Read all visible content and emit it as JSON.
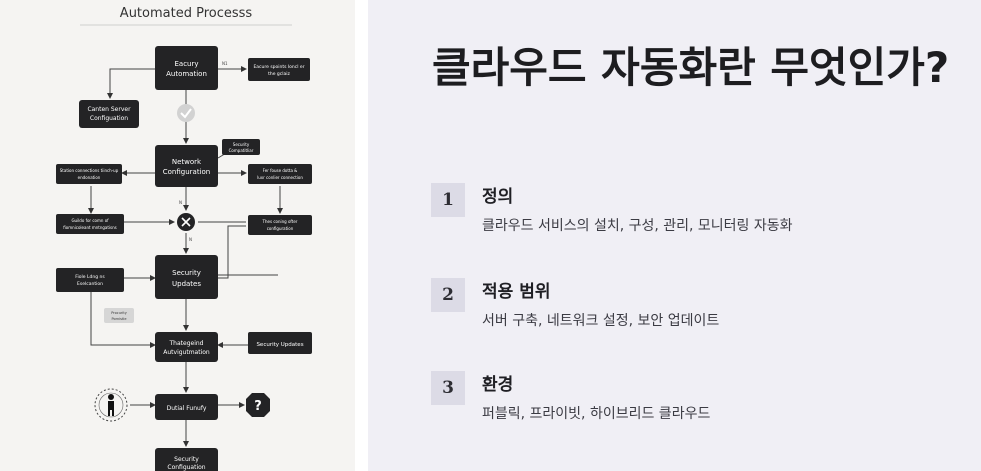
{
  "diagram": {
    "title": "Automated Processs",
    "nodes": {
      "eacury": [
        "Eacury",
        "Automation"
      ],
      "top_note": [
        "Eacure spoints loncl er",
        "the gclaiz"
      ],
      "canten": [
        "Canten Server",
        "Configuation"
      ],
      "security_comp": [
        "Security",
        "Compatitliar"
      ],
      "network": [
        "Network",
        "Configuration"
      ],
      "station": [
        "Station connections tiinch-up",
        "endonation"
      ],
      "fer_fouse": [
        "Fer fouse dotta &",
        "luxr conlier connection"
      ],
      "guildo": [
        "Guildo for comn of",
        "fiomnicoleant mntngatisns"
      ],
      "thes_coning": [
        "Thes coning ofter",
        "configuration"
      ],
      "fiole": [
        "Fiole Ldng ns",
        "Eselcantion"
      ],
      "security_updates": [
        "Security",
        "Updates"
      ],
      "procurity": [
        "Procurity",
        "Pornistle"
      ],
      "thategeind": [
        "Thategeind",
        "Autvigutmation"
      ],
      "security_updates_2": [
        "Security Updates"
      ],
      "dutial": [
        "Dutial Funufy"
      ],
      "security_config": [
        "Security",
        "Configuation"
      ]
    },
    "edge_labels": {
      "n1": "N1",
      "n2": "N",
      "n3": "N"
    },
    "icons": [
      "check-circle",
      "close-circle",
      "question-octagon",
      "person-gear"
    ]
  },
  "heading": "클라우드 자동화란 무엇인가?",
  "items": [
    {
      "number": "1",
      "title": "정의",
      "description": "클라우드 서비스의 설치, 구성, 관리, 모니터링 자동화"
    },
    {
      "number": "2",
      "title": "적용 범위",
      "description": "서버 구축, 네트워크 설정, 보안 업데이트"
    },
    {
      "number": "3",
      "title": "환경",
      "description": "퍼블릭, 프라이빗, 하이브리드 클라우드"
    }
  ],
  "colors": {
    "node_fill": "#232325",
    "panel_bg": "#f0eff5",
    "badge_bg": "#dcdbe6"
  }
}
